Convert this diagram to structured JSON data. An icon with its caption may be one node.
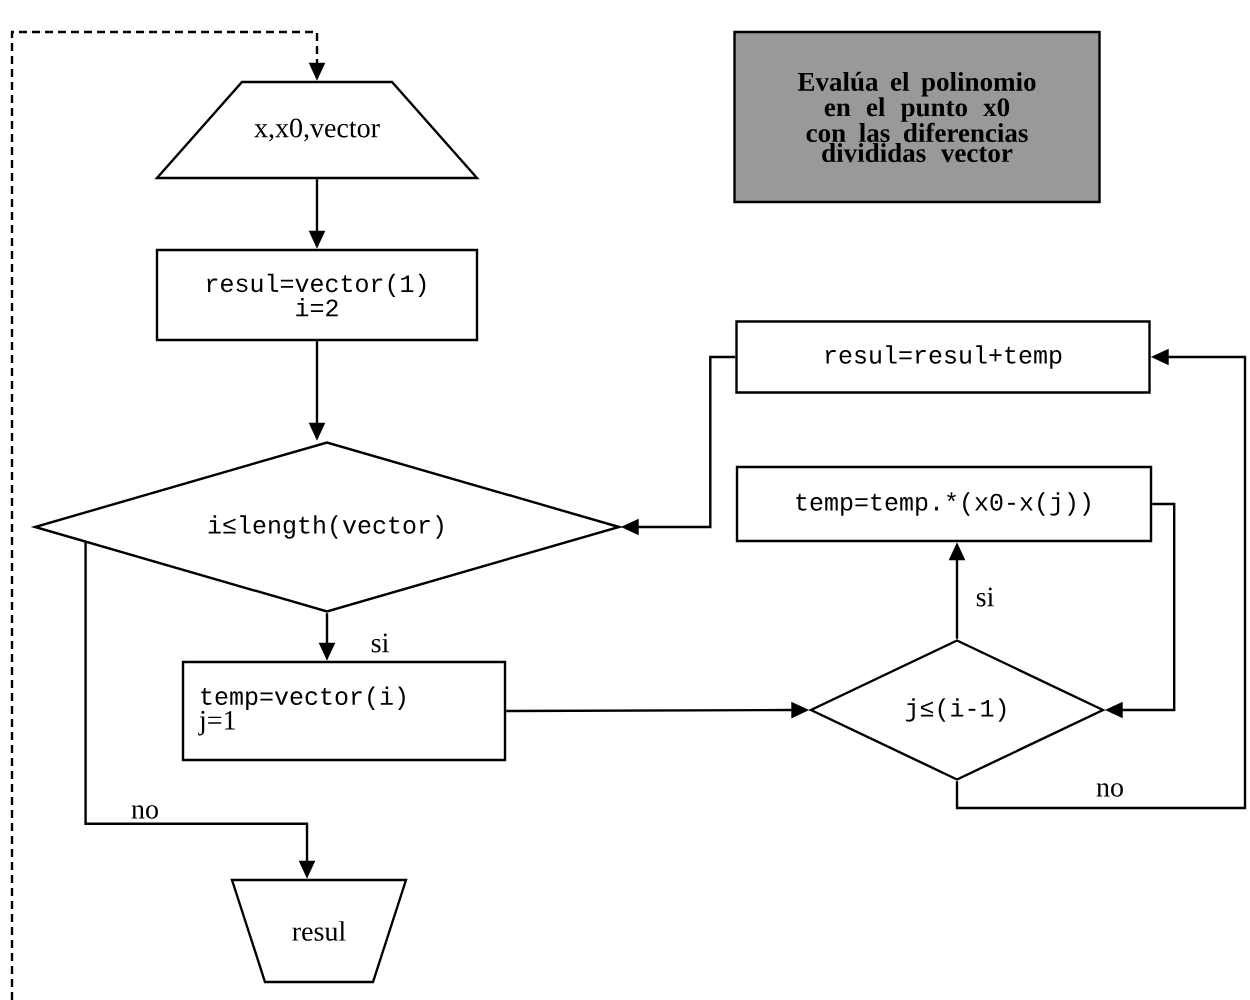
{
  "diagram": {
    "nodes": [
      {
        "text": [
          "x,x0,vector"
        ]
      },
      {
        "text": [
          "resul=vector(1)",
          "i=2"
        ]
      },
      {
        "text": [
          "i≤length(vector)"
        ]
      },
      {
        "text": [
          "temp=vector(i)",
          "j=1"
        ]
      },
      {
        "text": [
          "resul"
        ]
      },
      {
        "text": [
          "resul=resul+temp"
        ]
      },
      {
        "text": [
          "temp=temp.*(x0-x(j))"
        ]
      },
      {
        "text": [
          "j≤(i-1)"
        ]
      },
      {
        "text": [
          "Evalúa el polinomio en el punto x0 con las diferencias divididas vector"
        ]
      }
    ],
    "edges": [
      {
        "from": null,
        "to": 0,
        "arrow": "to",
        "style": "dashed"
      },
      {
        "from": 0,
        "to": 1,
        "arrow": "to"
      },
      {
        "from": 1,
        "to": 2,
        "arrow": "to"
      },
      {
        "from": 2,
        "to": 3,
        "arrow": "to",
        "label": "si"
      },
      {
        "from": 2,
        "to": 4,
        "arrow": "to",
        "label": "no"
      },
      {
        "from": 3,
        "to": 7,
        "arrow": "to"
      },
      {
        "from": 7,
        "to": 6,
        "arrow": "to",
        "label": "si"
      },
      {
        "from": 6,
        "to": 7,
        "arrow": "to"
      },
      {
        "from": 7,
        "to": 5,
        "arrow": "to",
        "label": "no"
      },
      {
        "from": 5,
        "to": 2,
        "arrow": "to"
      }
    ]
  }
}
